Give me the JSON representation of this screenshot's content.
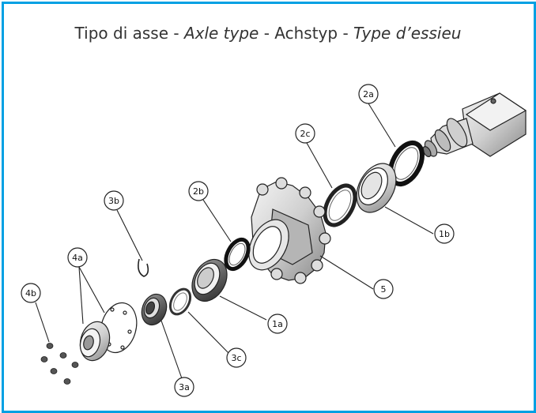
{
  "header": {
    "title_parts": [
      {
        "text": "Tipo di asse - ",
        "italic": false
      },
      {
        "text": "Axle type",
        "italic": true
      },
      {
        "text": " - Achstyp - ",
        "italic": false
      },
      {
        "text": "Type d’essieu",
        "italic": true
      }
    ]
  },
  "diagram": {
    "callouts": [
      {
        "id": "2a",
        "label": "2a"
      },
      {
        "id": "2c",
        "label": "2c"
      },
      {
        "id": "2b",
        "label": "2b"
      },
      {
        "id": "3b",
        "label": "3b"
      },
      {
        "id": "4a",
        "label": "4a"
      },
      {
        "id": "4b",
        "label": "4b"
      },
      {
        "id": "1b",
        "label": "1b"
      },
      {
        "id": "5",
        "label": "5"
      },
      {
        "id": "1a",
        "label": "1a"
      },
      {
        "id": "3c",
        "label": "3c"
      },
      {
        "id": "3a",
        "label": "3a"
      }
    ]
  },
  "colors": {
    "frame": "#00a0e3",
    "line": "#222222",
    "metal_light": "#e8e8e8",
    "metal_mid": "#bdbdbd",
    "metal_dark": "#555555"
  }
}
